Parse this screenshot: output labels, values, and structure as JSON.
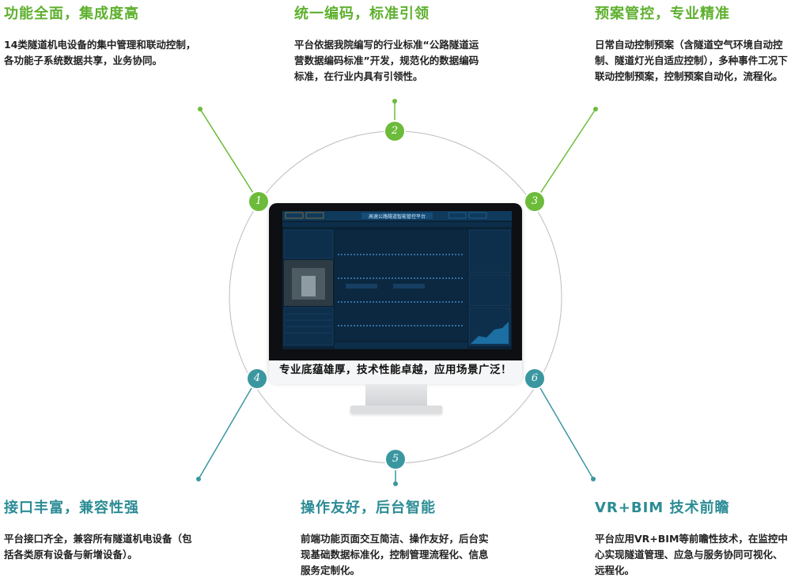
{
  "features": [
    {
      "id": "1",
      "title": "功能全面，集成度高",
      "body": "14类隧道机电设备的集中管理和联动控制，各功能子系统数据共享，业务协同。"
    },
    {
      "id": "2",
      "title": "统一编码，标准引领",
      "body": "平台依据我院编写的行业标准“公路隧道运营数据编码标准”开发，规范化的数据编码标准，在行业内具有引领性。"
    },
    {
      "id": "3",
      "title": "预案管控，专业精准",
      "body": "日常自动控制预案（含隧道空气环境自动控制、隧道灯光自适应控制），多种事件工况下联动控制预案，控制预案自动化，流程化。"
    },
    {
      "id": "4",
      "title": "接口丰富，兼容性强",
      "body": "平台接口齐全，兼容所有隧道机电设备（包括各类原有设备与新增设备）。"
    },
    {
      "id": "5",
      "title": "操作友好，后台智能",
      "body": "前端功能页面交互简洁、操作友好，后台实现基础数据标准化，控制管理流程化、信息服务定制化。"
    },
    {
      "id": "6",
      "title": "VR+BIM  技术前瞻",
      "body": "平台应用VR+BIM等前瞻性技术，在监控中心实现隧道管理、应急与服务协同可视化、远程化。"
    }
  ],
  "numbers": [
    "1",
    "2",
    "3",
    "4",
    "5",
    "6"
  ],
  "monitor": {
    "tagline": "专业底蕴雄厚，技术性能卓越，应用场景广泛！",
    "screen_title": "高速公路隧道智能管控平台"
  },
  "colors": {
    "green": "#5eb02e",
    "teal": "#2b8c95",
    "circle": "#bfbfbf"
  }
}
